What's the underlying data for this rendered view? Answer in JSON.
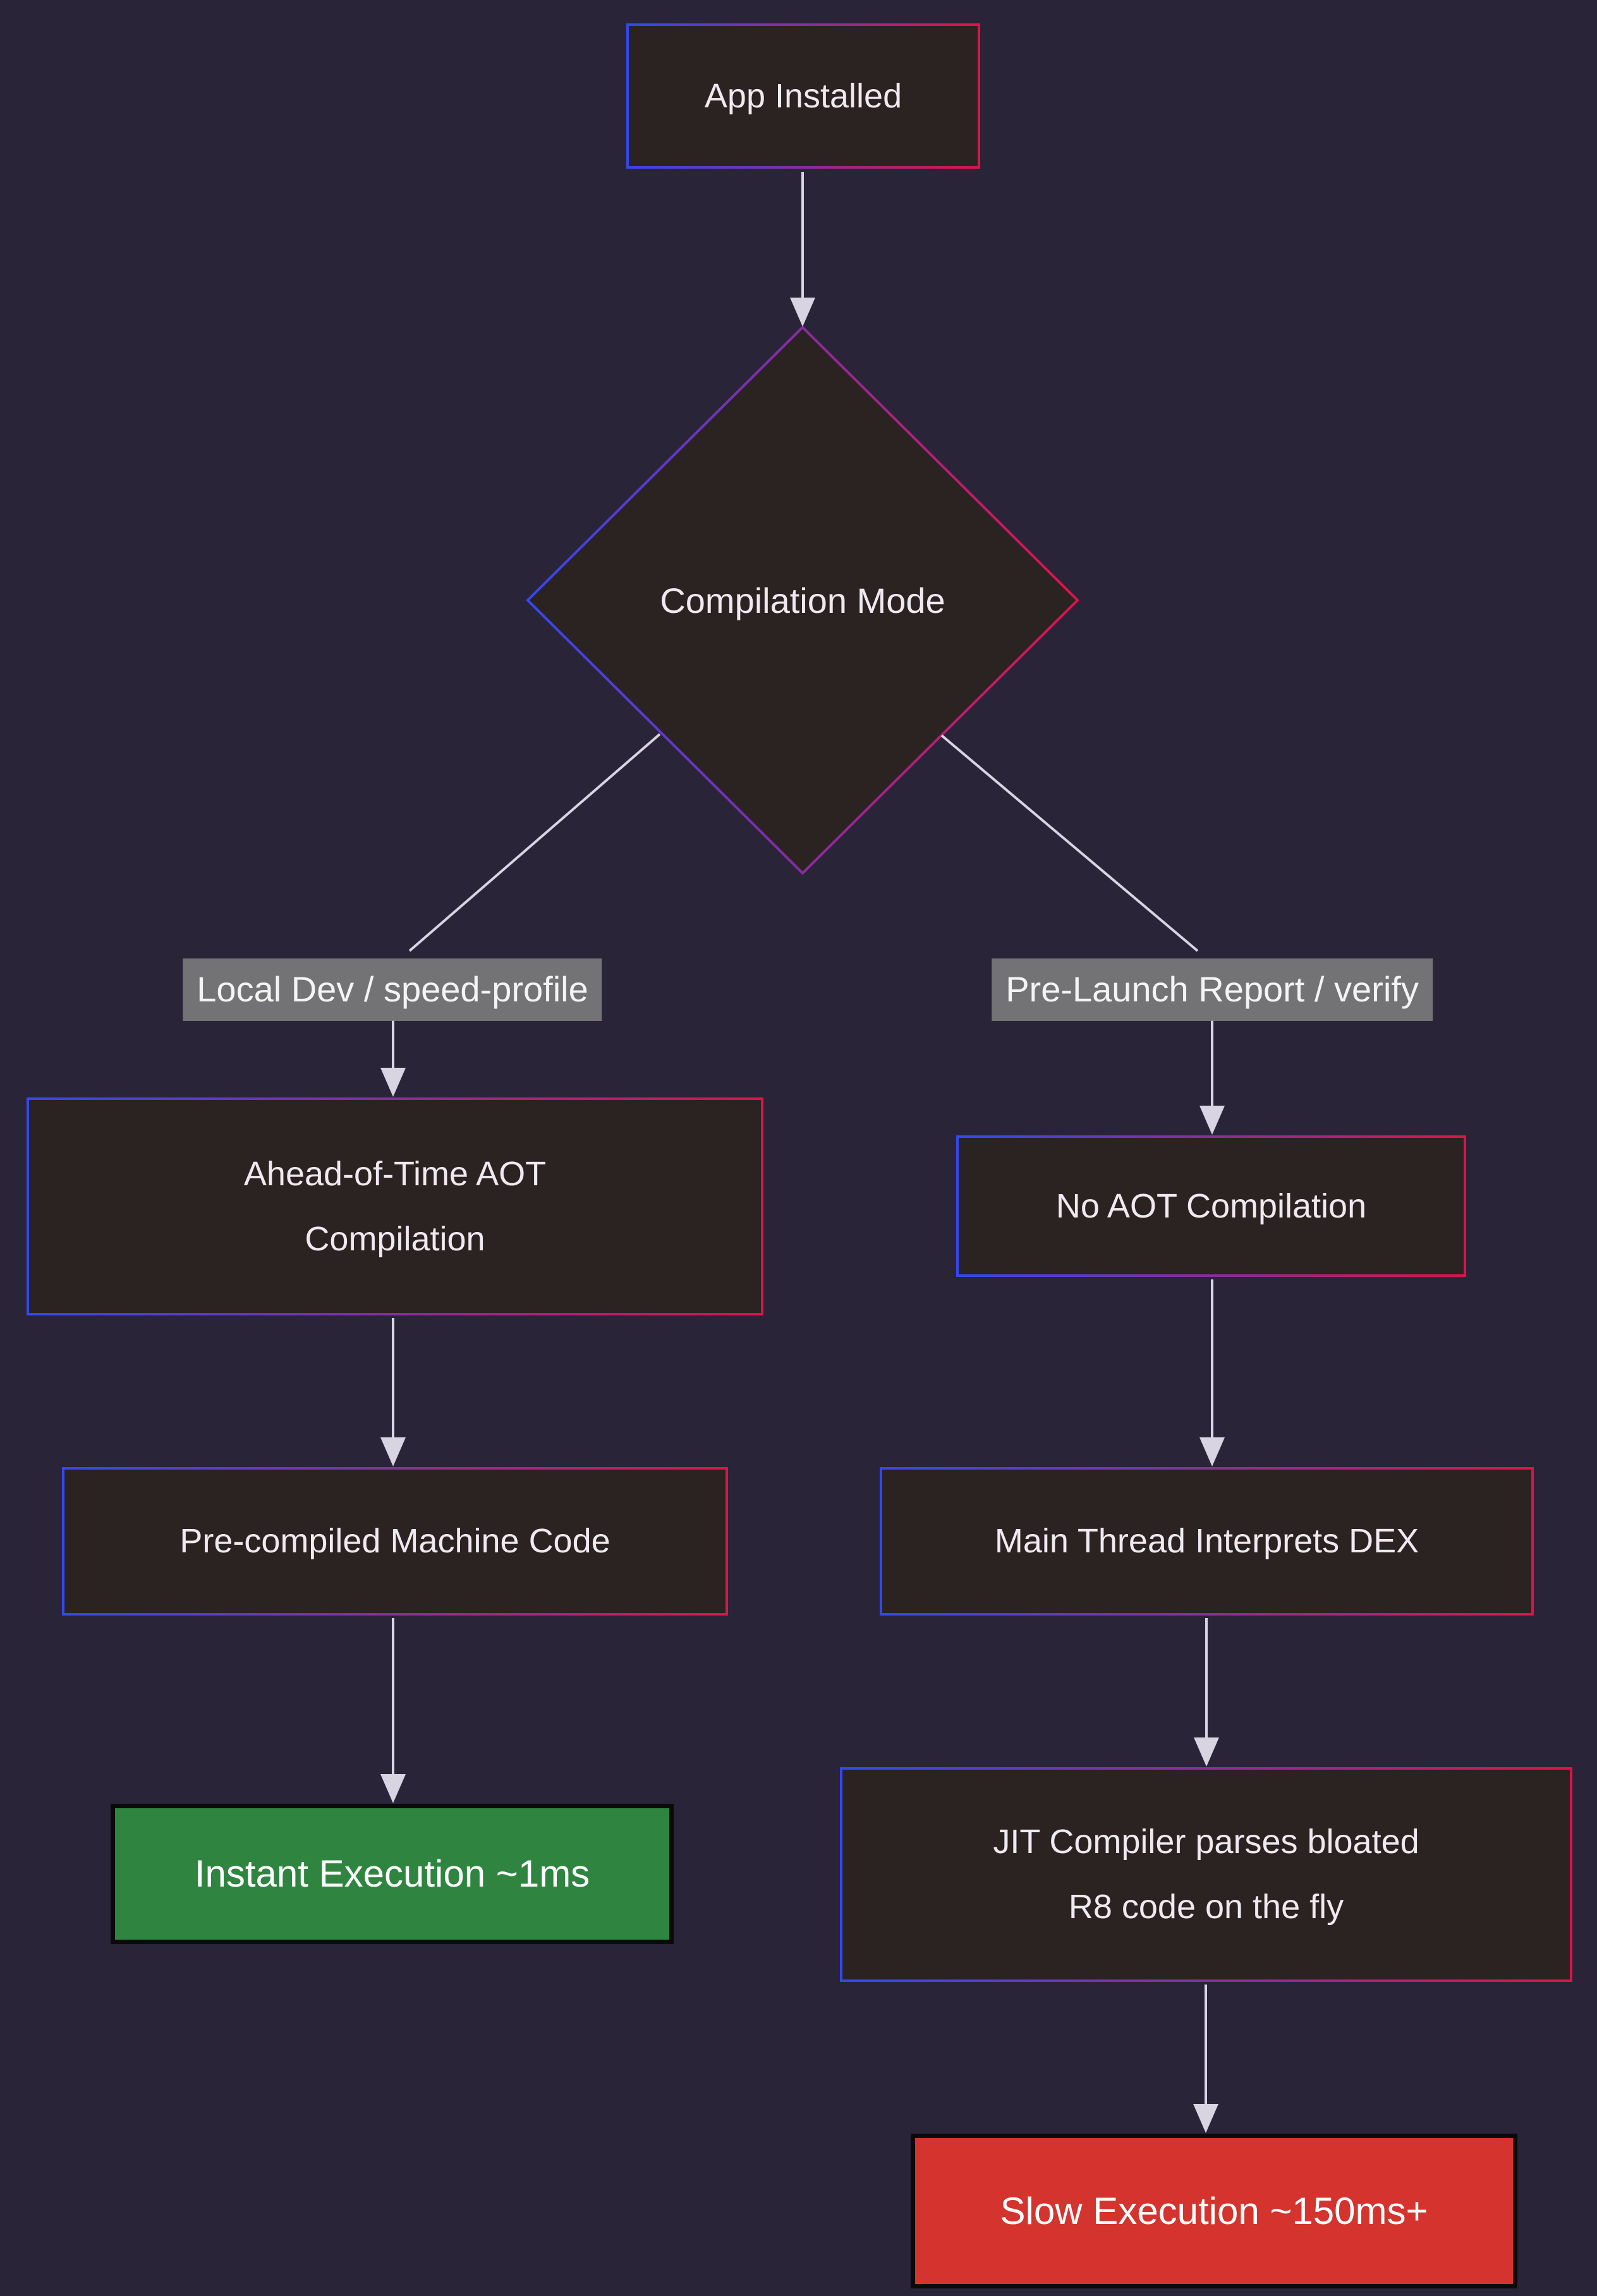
{
  "canvas": {
    "width": "2527",
    "height": "3634",
    "background": "#292438"
  },
  "palette": {
    "node_fill": "#2b2222",
    "border_gradient_blue": "#3448f0",
    "border_gradient_red": "#dc1448",
    "edge_color": "#d8d4e2",
    "edge_label_bg": "#808080",
    "success_fill": "#2f8540",
    "danger_fill": "#d4332e",
    "terminal_border": "#0a0a0a",
    "text_color": "#efeaf0"
  },
  "nodes": {
    "app_installed": {
      "label": "App Installed"
    },
    "compilation_mode": {
      "label": "Compilation Mode"
    },
    "aot_compilation": {
      "lines": [
        "Ahead-of-Time AOT",
        "Compilation"
      ]
    },
    "no_aot": {
      "label": "No AOT Compilation"
    },
    "precompiled": {
      "label": "Pre-compiled Machine Code"
    },
    "main_thread": {
      "label": "Main Thread Interprets DEX"
    },
    "instant_execution": {
      "label": "Instant Execution ~1ms"
    },
    "jit_compiler": {
      "lines": [
        "JIT Compiler parses bloated",
        "R8 code on the fly"
      ]
    },
    "slow_execution": {
      "label": "Slow Execution ~150ms+"
    }
  },
  "edge_labels": {
    "local_dev": "Local Dev / speed-profile",
    "pre_launch": "Pre-Launch Report / verify"
  }
}
